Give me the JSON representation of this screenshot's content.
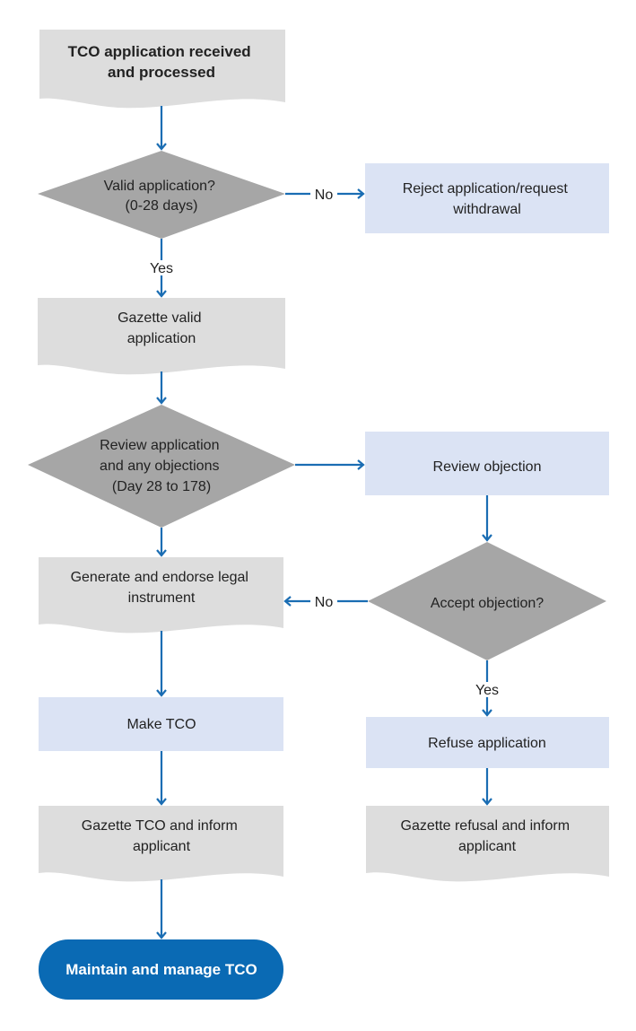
{
  "colors": {
    "doc_fill": "#dddddd",
    "process_fill": "#dbe3f4",
    "decision_fill": "#a6a6a6",
    "terminal_fill": "#0a6ab4",
    "arrow": "#1a6db3"
  },
  "nodes": {
    "received": {
      "lines": [
        "TCO application received",
        "and processed"
      ]
    },
    "valid": {
      "lines": [
        "Valid application?",
        "(0-28 days)"
      ]
    },
    "reject": {
      "lines": [
        "Reject application/request",
        "withdrawal"
      ]
    },
    "gazette_valid": {
      "lines": [
        "Gazette valid",
        "application"
      ]
    },
    "review_app": {
      "lines": [
        "Review application",
        "and any objections",
        "(Day 28 to 178)"
      ]
    },
    "review_obj": {
      "lines": [
        "Review objection"
      ]
    },
    "generate": {
      "lines": [
        "Generate and endorse legal",
        "instrument"
      ]
    },
    "accept_obj": {
      "lines": [
        "Accept objection?"
      ]
    },
    "make_tco": {
      "lines": [
        "Make TCO"
      ]
    },
    "refuse": {
      "lines": [
        "Refuse application"
      ]
    },
    "gazette_tco": {
      "lines": [
        "Gazette TCO and inform",
        "applicant"
      ]
    },
    "gazette_refusal": {
      "lines": [
        "Gazette refusal and inform",
        "applicant"
      ]
    },
    "maintain": {
      "lines": [
        "Maintain and manage TCO"
      ]
    }
  },
  "edges": {
    "valid_no": "No",
    "valid_yes": "Yes",
    "accept_no": "No",
    "accept_yes": "Yes"
  }
}
